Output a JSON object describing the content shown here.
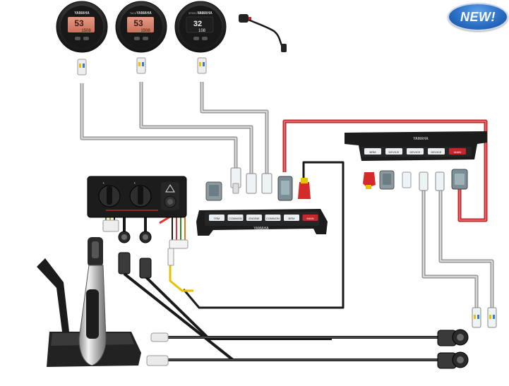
{
  "badge": {
    "label": "NEW!"
  },
  "gauges": [
    {
      "brand": "YAMAHA",
      "line1": "53",
      "line2": "1508"
    },
    {
      "brand": "YAMAHA",
      "sub": "TACH",
      "line1": "53",
      "line2": "1508"
    },
    {
      "brand": "YAMAHA",
      "sub": "SPEED FUEL",
      "line1": "32",
      "line2": "108"
    }
  ],
  "switch_panel": {
    "top_labels": [
      "◔",
      "◔"
    ]
  },
  "hub_left": {
    "brand": "YAMAHA",
    "ports": [
      "TRM",
      "COMMON",
      "ENGINE",
      "COMMON",
      "BRM",
      "MAIN"
    ]
  },
  "hub_right": {
    "brand": "YAMAHA",
    "ports": [
      "BRM",
      "DEVICE",
      "DEVICE",
      "DEVICE",
      "MAIN"
    ]
  },
  "colors": {
    "wire_gray": "#9a9a9a",
    "wire_red": "#c0282c",
    "wire_black": "#1a1a1a",
    "wire_yellow": "#e6c200",
    "device_dark": "#1c1c1c"
  }
}
